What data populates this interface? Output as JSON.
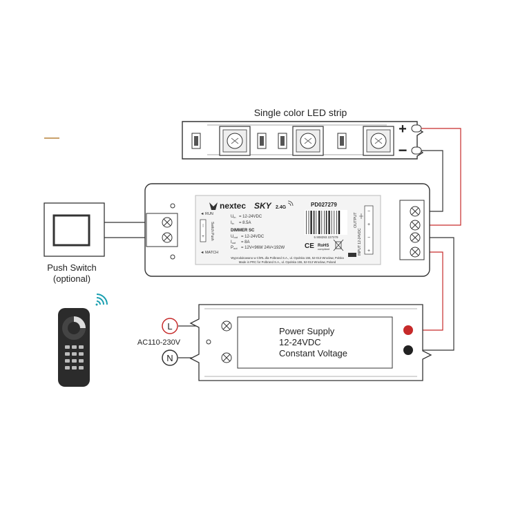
{
  "led_strip": {
    "title": "Single color LED strip",
    "plus": "+",
    "minus": "−"
  },
  "controller": {
    "brand": "nextec",
    "model": "SKY",
    "band": "2.4G",
    "product_code": "PD027279",
    "run_label": "◄ RUN",
    "match_label": "◄ MATCH",
    "switch_push_label": "Switch Push",
    "uin": "= 12-24VDC",
    "iin": "= 8.5A",
    "dimmer": "DIMMER SC",
    "uout": "= 12-24VDC",
    "iout": "= 8A",
    "pout": "= 12V<96W 24V<192W",
    "output_label": "OUTPUT",
    "input_label": "INPUT 12-24VDC",
    "barcode_digits": "5 908293 227279",
    "ce_mark": "CE",
    "rohs": "RoHS",
    "rohs_sub": "compliant",
    "footer_line1": "Wyprodukowano w ChRL dla Polbrand S.A., ul. Opolska 155, 52-013 Wrocław, Polska",
    "footer_line2": "Made in PRC for Polbrand S.A., ul. Opolska 155, 52-013 Wrocław, Poland"
  },
  "push_switch": {
    "label_line1": "Push Switch",
    "label_line2": "(optional)"
  },
  "power_supply": {
    "line1": "Power Supply",
    "line2": "12-24VDC",
    "line3": "Constant Voltage",
    "ac_label": "AC110-230V",
    "live": "L",
    "neutral": "N"
  },
  "colors": {
    "wire_red": "#c62a2a",
    "wire_dark": "#333333",
    "accent_line": "#c9a06a"
  }
}
